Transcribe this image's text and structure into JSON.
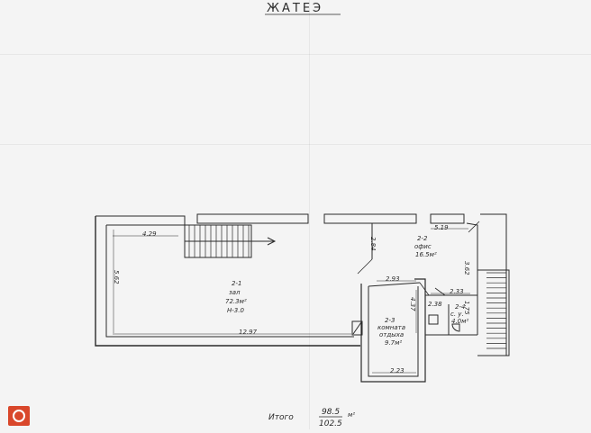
{
  "header": {
    "floor_label": "ЖАТЕЭ"
  },
  "dimensions": {
    "d_4_29": "4.29",
    "d_5_62": "5.62",
    "d_12_97": "12.97",
    "d_2_84": "2.84",
    "d_5_19": "5.19",
    "d_3_62": "3.62",
    "d_2_93": "2.93",
    "d_4_37": "4.37",
    "d_2_33": "2.33",
    "d_2_38": "2.38",
    "d_1_75": "1.75",
    "d_2_23": "2.23"
  },
  "rooms": {
    "r1": {
      "num": "2-1",
      "name": "зал",
      "area": "72.3м²",
      "height": "Н-3.0"
    },
    "r2": {
      "num": "2-2",
      "name": "офис",
      "area": "16.5м²"
    },
    "r3": {
      "num": "2-3",
      "name1": "комната",
      "name2": "отдыха",
      "area": "9.7м²"
    },
    "r4": {
      "num": "2-4",
      "name": "с. у.",
      "area": "4.0м²"
    }
  },
  "total": {
    "label": "Итого",
    "num": "98.5",
    "den": "102.5",
    "unit": "м²"
  },
  "colors": {
    "ink": "#2a2a2a",
    "paper": "#f4f4f4",
    "logo": "#d9472b"
  }
}
